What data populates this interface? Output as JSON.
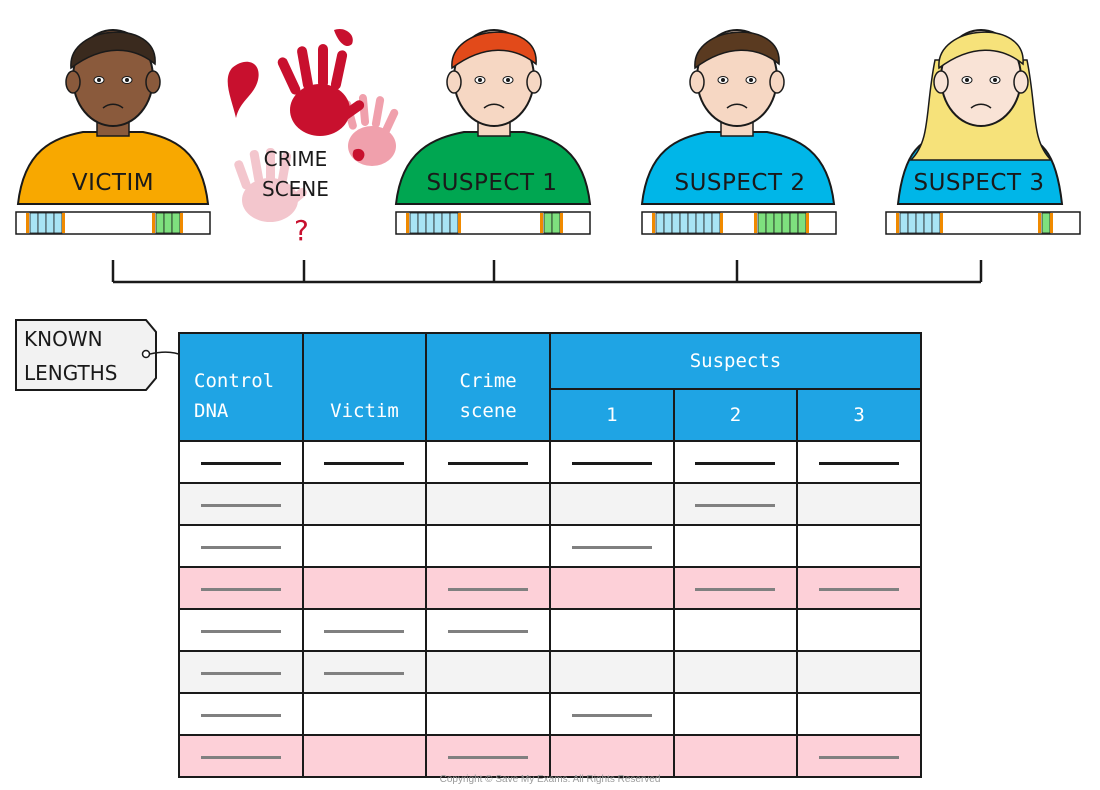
{
  "people": [
    {
      "label": "VICTIM",
      "shirt": "#f8a800",
      "skin": "#8a5a3c",
      "hair": "#3a2a1e",
      "bars": {
        "blue": 4,
        "green": 3
      }
    },
    {
      "label": "SUSPECT 1",
      "shirt": "#00a651",
      "skin": "#f6d7c3",
      "hair": "#e24a1a",
      "bars": {
        "blue": 6,
        "green": 2
      }
    },
    {
      "label": "SUSPECT 2",
      "shirt": "#00b6e8",
      "skin": "#f6d7c3",
      "hair": "#5a3a20",
      "bars": {
        "blue": 8,
        "green": 6
      }
    },
    {
      "label": "SUSPECT 3",
      "shirt": "#00b6e8",
      "skin": "#f9e3d6",
      "hair": "#f6e27a",
      "bars": {
        "blue": 5,
        "green": 1
      }
    }
  ],
  "crime_scene": {
    "line1": "CRIME",
    "line2": "SCENE",
    "question": "?"
  },
  "callout": {
    "line1": "KNOWN",
    "line2": "LENGTHS"
  },
  "table": {
    "headers": {
      "control": [
        "Control",
        "DNA"
      ],
      "victim": "Victim",
      "crime": [
        "Crime",
        "scene"
      ],
      "suspects": "Suspects",
      "suspect_numbers": [
        "1",
        "2",
        "3"
      ]
    },
    "rows": [
      {
        "style": "dark",
        "bands": [
          1,
          1,
          1,
          1,
          1,
          1
        ]
      },
      {
        "style": "gray",
        "bands": [
          1,
          0,
          0,
          0,
          1,
          0
        ]
      },
      {
        "style": "white",
        "bands": [
          1,
          0,
          0,
          1,
          0,
          0
        ]
      },
      {
        "style": "pink",
        "bands": [
          1,
          0,
          1,
          0,
          1,
          1
        ]
      },
      {
        "style": "white",
        "bands": [
          1,
          1,
          1,
          0,
          0,
          0
        ]
      },
      {
        "style": "gray",
        "bands": [
          1,
          1,
          0,
          0,
          0,
          0
        ]
      },
      {
        "style": "white",
        "bands": [
          1,
          0,
          0,
          1,
          0,
          0
        ]
      },
      {
        "style": "pink",
        "bands": [
          1,
          0,
          1,
          0,
          0,
          1
        ]
      }
    ]
  },
  "colors": {
    "header_blue": "#1fa4e4",
    "band_blue": "#a8e4f4",
    "band_green": "#7ee07e",
    "band_orange": "#f08a00",
    "blood": "#c8102e",
    "blood_light": "#f0a0ac"
  },
  "copyright": "Copyright © Save My Exams. All Rights Reserved"
}
